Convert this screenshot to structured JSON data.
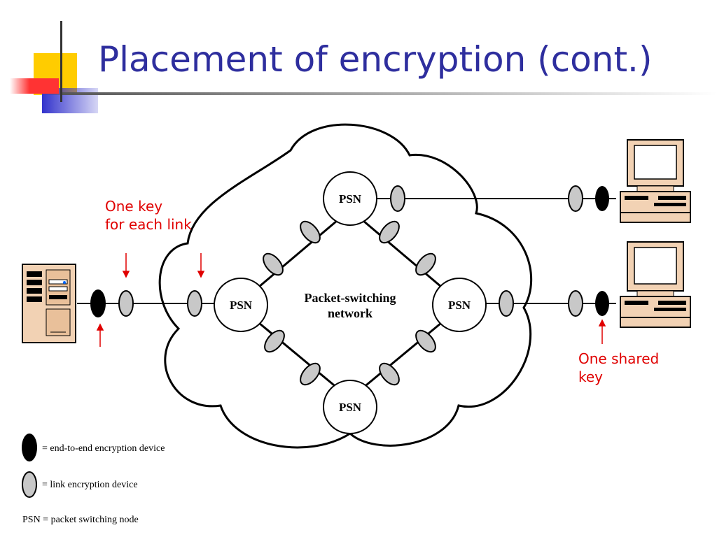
{
  "slide": {
    "title": "Placement of encryption (cont.)"
  },
  "diagram": {
    "network_label_line1": "Packet-switching",
    "network_label_line2": "network",
    "psn_label": "PSN"
  },
  "annotations": {
    "one_key_line1": "One key",
    "one_key_line2": "for each link",
    "shared_key_line1": "One shared",
    "shared_key_line2": "key"
  },
  "legend": {
    "end_to_end": "= end-to-end encryption device",
    "link": "= link encryption device",
    "psn": "PSN = packet switching node"
  },
  "colors": {
    "title": "#2e2e9e",
    "annotation": "#e00000",
    "link_device": "#c8c8c8",
    "end_device": "#000000",
    "deco_yellow": "#ffcc00",
    "deco_red": "#ff3333",
    "deco_blue": "#3333cc"
  }
}
